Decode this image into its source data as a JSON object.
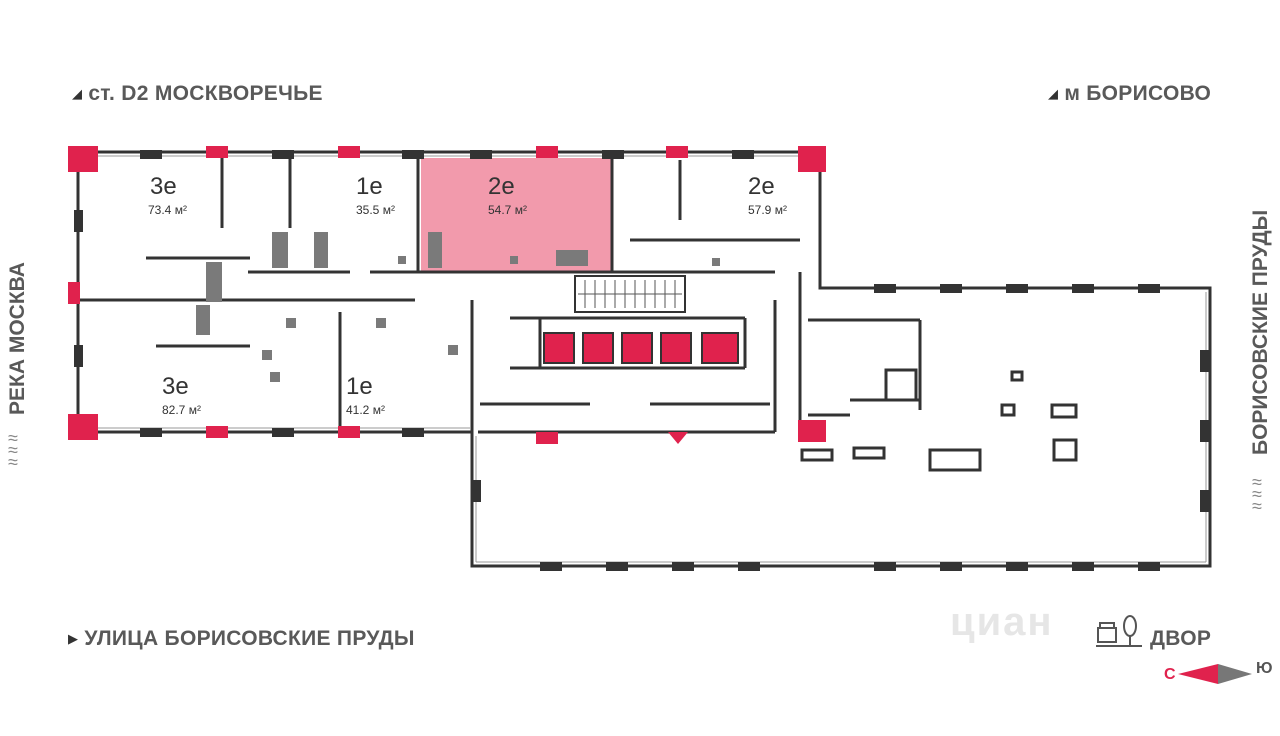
{
  "labels": {
    "top_left": "ст. D2 МОСКВОРЕЧЬЕ",
    "top_right": "м БОРИСОВО",
    "bottom_left": "УЛИЦА БОРИСОВСКИЕ ПРУДЫ",
    "bottom_right": "ДВОР",
    "left_vertical": "РЕКА МОСКВА",
    "right_vertical": "БОРИСОВСКИЕ ПРУДЫ",
    "compass_south": "С",
    "compass_north": "Ю",
    "watermark": "циан"
  },
  "apartments": [
    {
      "type": "3е",
      "area": "73.4 м²",
      "highlighted": false
    },
    {
      "type": "1е",
      "area": "35.5 м²",
      "highlighted": false
    },
    {
      "type": "2е",
      "area": "54.7 м²",
      "highlighted": true
    },
    {
      "type": "2е",
      "area": "57.9 м²",
      "highlighted": false
    },
    {
      "type": "3е",
      "area": "82.7 м²",
      "highlighted": false
    },
    {
      "type": "1е",
      "area": "41.2 м²",
      "highlighted": false
    }
  ],
  "colors": {
    "accent": "#e0224d",
    "highlight_fill": "#f29aac",
    "wall": "#333333",
    "fixture": "#7a7a7a"
  }
}
